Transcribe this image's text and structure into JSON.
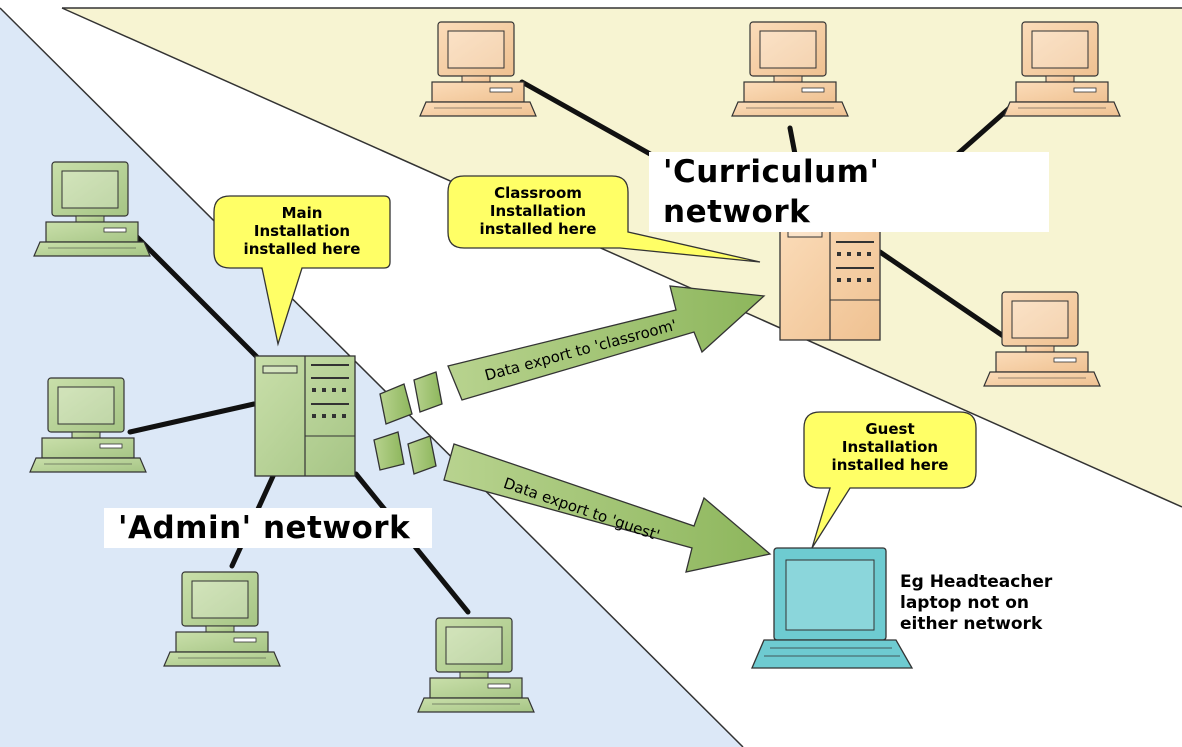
{
  "networks": {
    "admin_label": "'Admin' network",
    "curriculum_label": "'Curriculum' network"
  },
  "callouts": {
    "main": [
      "Main",
      "Installation",
      "installed here"
    ],
    "classroom": [
      "Classroom",
      "Installation",
      "installed here"
    ],
    "guest": [
      "Guest",
      "Installation",
      "installed here"
    ]
  },
  "arrows": {
    "to_classroom": "Data export to 'classroom'",
    "to_guest": "Data export to 'guest'"
  },
  "note": [
    "Eg Headteacher",
    "laptop not on",
    "either network"
  ],
  "colors": {
    "admin_zone": "#dce8f7",
    "curriculum_zone": "#f7f4d2",
    "admin_device": "#b9d39a",
    "curriculum_device": "#f7cfa4",
    "laptop_screen": "#6ecbd1",
    "callout_fill": "#ffff66",
    "arrow_fill": "#9cbf6c"
  }
}
